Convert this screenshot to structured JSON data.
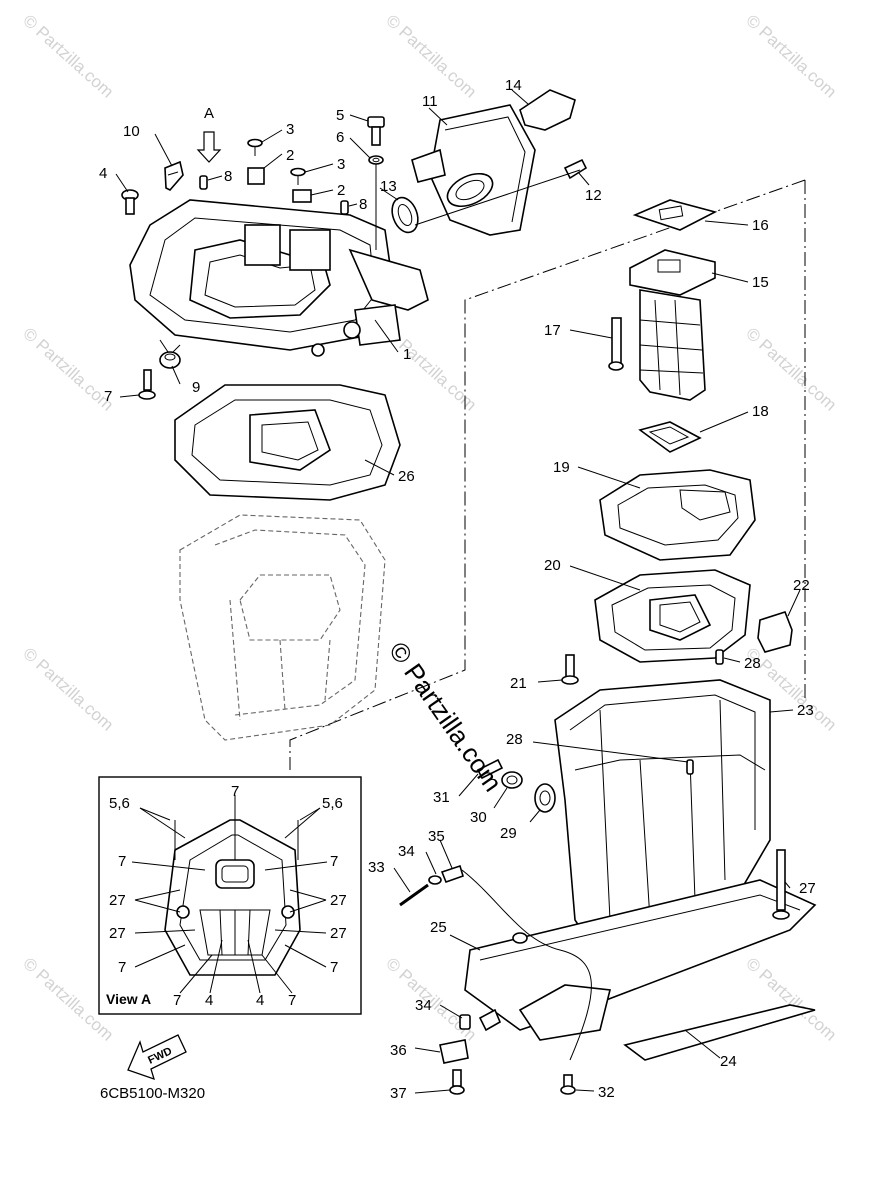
{
  "diagram": {
    "code": "6CB5100-M320",
    "arrow_label": "A",
    "view_label": "View A",
    "fwd_label": "FWD",
    "watermark_center": "© Partzilla.com",
    "watermark_tile": "© Partzilla.com"
  },
  "callouts": {
    "c1": "1",
    "c2a": "2",
    "c2b": "2",
    "c3a": "3",
    "c3b": "3",
    "c4": "4",
    "c5": "5",
    "c6": "6",
    "c7a": "7",
    "c8a": "8",
    "c8b": "8",
    "c9": "9",
    "c10": "10",
    "c11": "11",
    "c12": "12",
    "c13": "13",
    "c14": "14",
    "c15": "15",
    "c16": "16",
    "c17": "17",
    "c18": "18",
    "c19": "19",
    "c20": "20",
    "c21": "21",
    "c22": "22",
    "c23": "23",
    "c24": "24",
    "c25": "25",
    "c26": "26",
    "c27": "27",
    "c28a": "28",
    "c28b": "28",
    "c29": "29",
    "c30": "30",
    "c31": "31",
    "c32": "32",
    "c33": "33",
    "c34a": "34",
    "c34b": "34",
    "c35": "35",
    "c36": "36",
    "c37": "37"
  },
  "view_a_callouts": {
    "v56l": "5,6",
    "v56r": "5,6",
    "v7top": "7",
    "v7ml": "7",
    "v7mr": "7",
    "v27l1": "27",
    "v27r1": "27",
    "v27l2": "27",
    "v27r2": "27",
    "v7bl": "7",
    "v7br": "7",
    "v7b1": "7",
    "v4a": "4",
    "v4b": "4",
    "v7b2": "7"
  }
}
